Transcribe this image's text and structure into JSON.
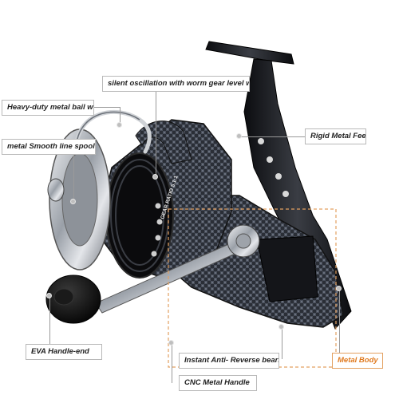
{
  "callouts": {
    "oscillation": "silent oscillation with worm gear level wind",
    "bail_wire": "Heavy-duty metal bail wire",
    "rigid_feet": "Rigid Metal Feet",
    "line_spooler": "metal Smooth line spooler",
    "eva_handle": "EVA Handle-end",
    "anti_reverse": "Instant Anti- Reverse bearing",
    "metal_body": "Metal Body",
    "cnc_handle": "CNC Metal Handle"
  },
  "reel_markings": {
    "gear_ratio": "GEAR RATIO 5.1:1"
  },
  "colors": {
    "accent_orange": "#e07a1f",
    "carbon_dark": "#1c1f26",
    "chrome": "#c9ccd1"
  }
}
